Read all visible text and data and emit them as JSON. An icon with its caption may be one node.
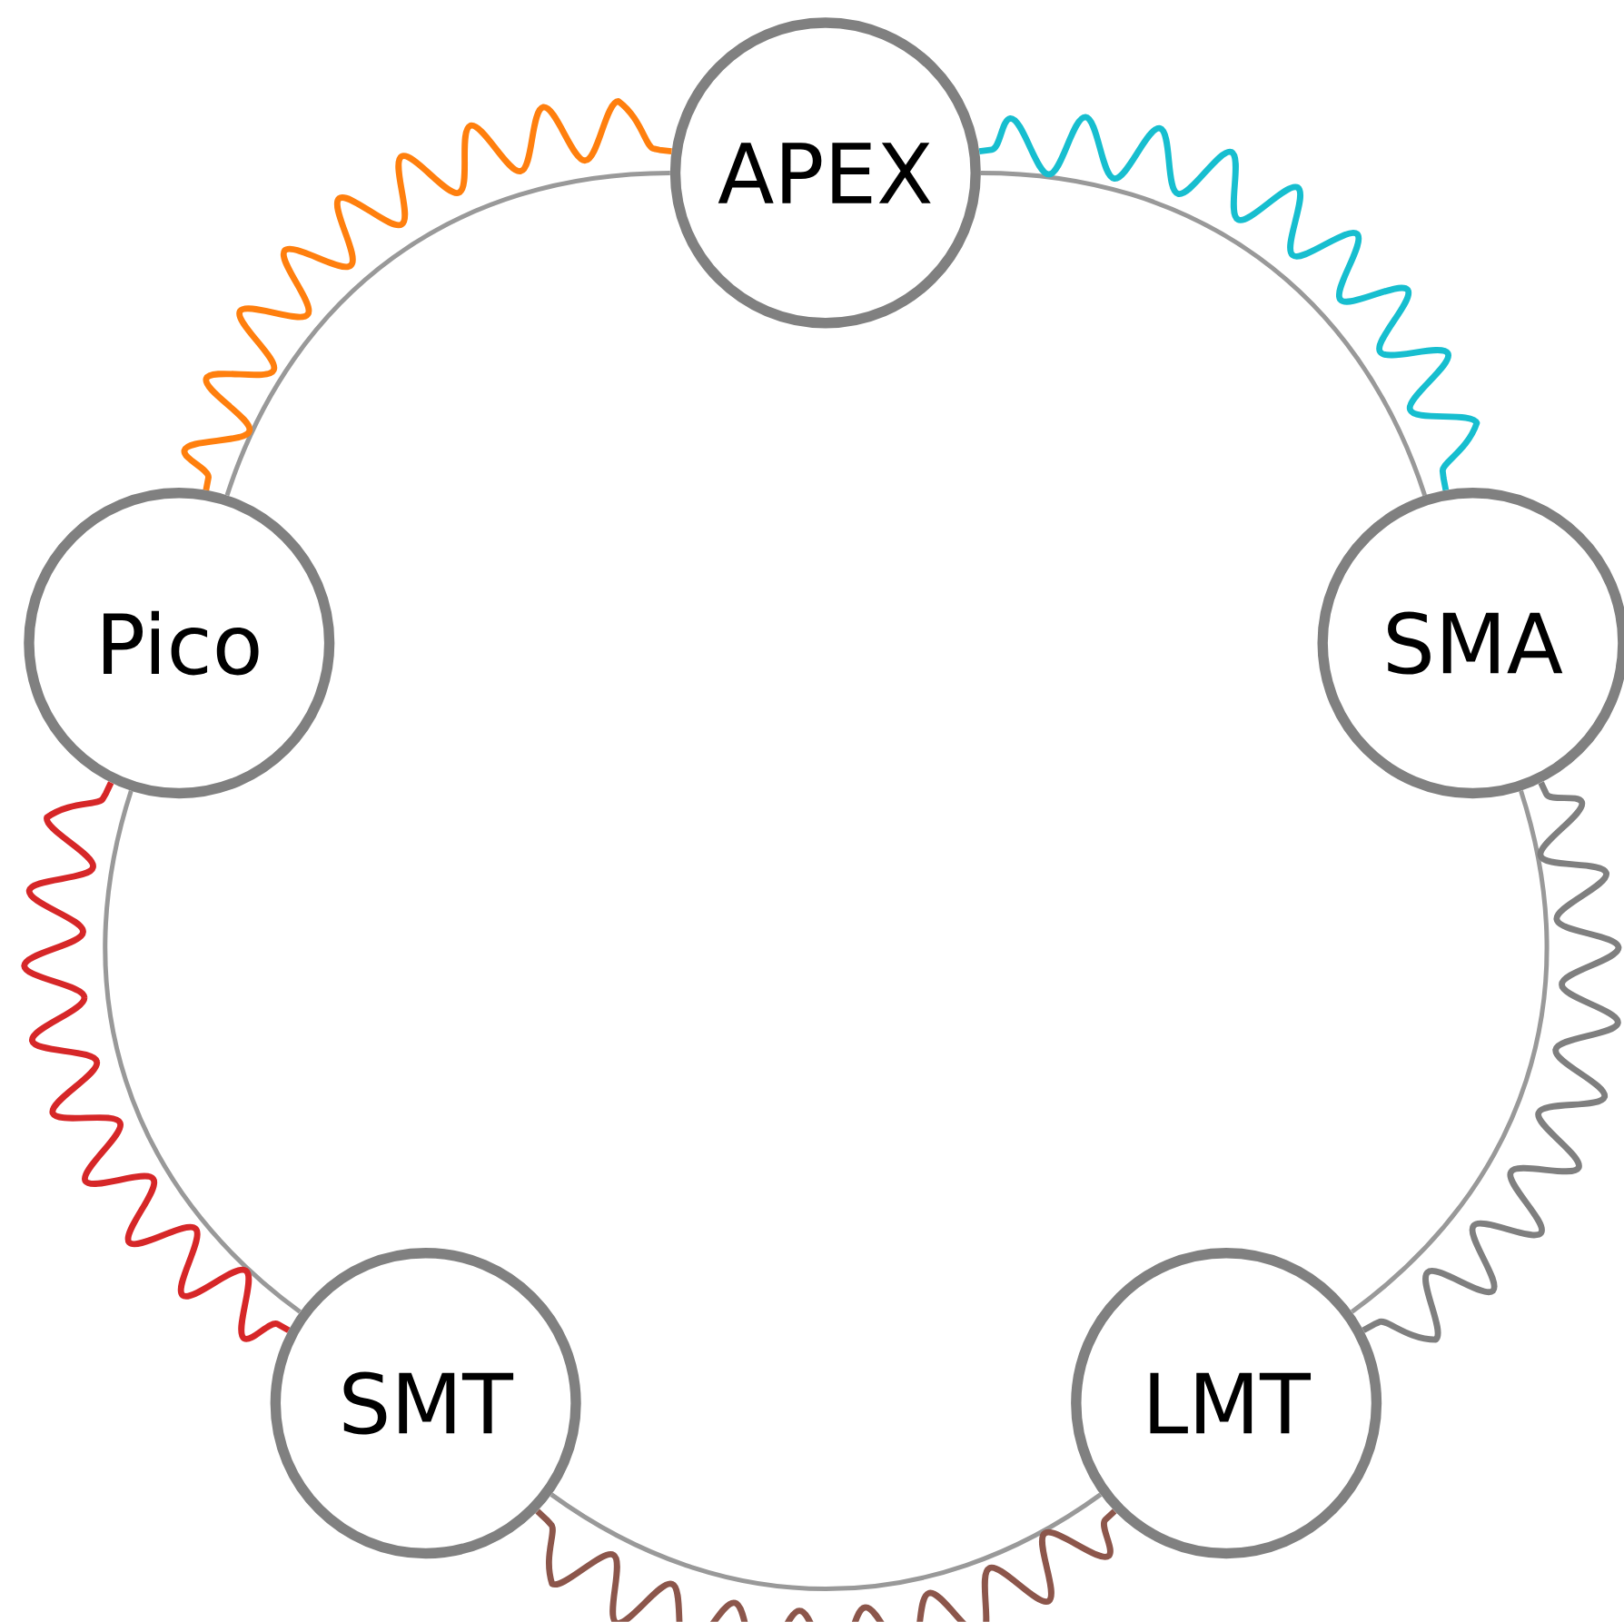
{
  "diagram": {
    "nodes": [
      {
        "text": [
          "APEX"
        ]
      },
      {
        "text": [
          "SMA"
        ]
      },
      {
        "text": [
          "LMT"
        ]
      },
      {
        "text": [
          "SMT"
        ]
      },
      {
        "text": [
          "Pico"
        ]
      }
    ],
    "edges": [
      {
        "from": 0,
        "to": 1,
        "arrow": "none"
      },
      {
        "from": 1,
        "to": 2,
        "arrow": "none"
      },
      {
        "from": 2,
        "to": 3,
        "arrow": "none"
      },
      {
        "from": 3,
        "to": 4,
        "arrow": "none"
      },
      {
        "from": 4,
        "to": 0,
        "arrow": "none"
      },
      {
        "from": 0,
        "to": 1,
        "arrow": "none",
        "color": "#17becf"
      },
      {
        "from": 1,
        "to": 2,
        "arrow": "none",
        "color": "#7f7f7f"
      },
      {
        "from": 2,
        "to": 3,
        "arrow": "none",
        "color": "#8c564b"
      },
      {
        "from": 3,
        "to": 4,
        "arrow": "none",
        "color": "#d62728"
      },
      {
        "from": 4,
        "to": 0,
        "arrow": "none",
        "color": "#ff7f0e"
      }
    ]
  }
}
